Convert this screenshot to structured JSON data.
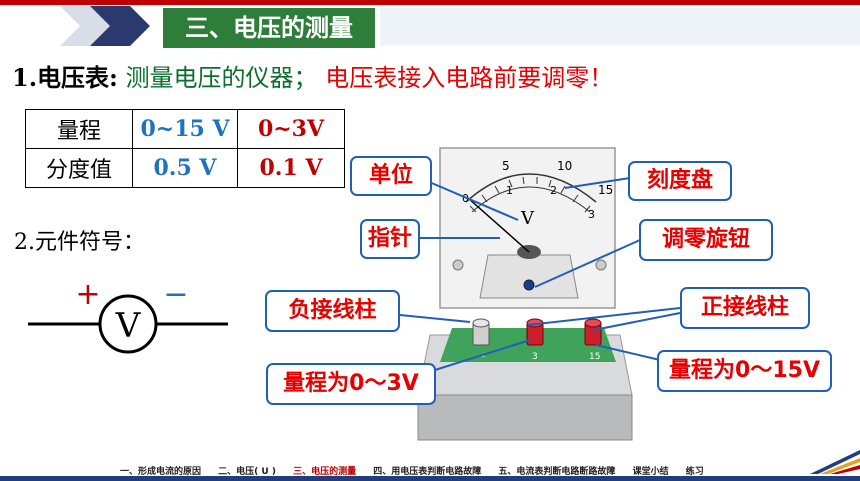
{
  "header": {
    "title": "三、电压的测量"
  },
  "intro": {
    "label": "1.电压表:",
    "definition": "测量电压的仪器；",
    "note": "电压表接入电路前要调零！"
  },
  "table": {
    "rows": [
      {
        "label": "量程",
        "v1": "0~15 V",
        "v2": "0~3V"
      },
      {
        "label": "分度值",
        "v1": "0.5 V",
        "v2": "0.1 V"
      }
    ]
  },
  "symbol": {
    "title": "2.元件符号：",
    "plus": "+",
    "minus": "−",
    "letter": "V"
  },
  "meter": {
    "unit_symbol": "V",
    "scale_top": [
      "5",
      "10",
      "15"
    ],
    "scale_bottom": [
      "0",
      "1",
      "2",
      "3"
    ],
    "terminals": [
      "−",
      "3",
      "15"
    ]
  },
  "callouts": {
    "unit": "单位",
    "dial": "刻度盘",
    "pointer": "指针",
    "zero_knob": "调零旋钮",
    "neg_terminal": "负接线柱",
    "pos_terminal": "正接线柱",
    "range_3": "量程为0～3V",
    "range_15": "量程为0～15V"
  },
  "nav": {
    "items": [
      "一、形成电流的原因",
      "二、电压( U )",
      "三、电压的测量",
      "四、用电压表判断电路故障",
      "五、电流表判断电路断路故障",
      "课堂小结",
      "练习"
    ],
    "active_index": 2
  },
  "colors": {
    "title_bg": "#2e7d3a",
    "accent_red": "#e60000",
    "blue": "#1e73be",
    "callout_border": "#1f5fb8"
  }
}
